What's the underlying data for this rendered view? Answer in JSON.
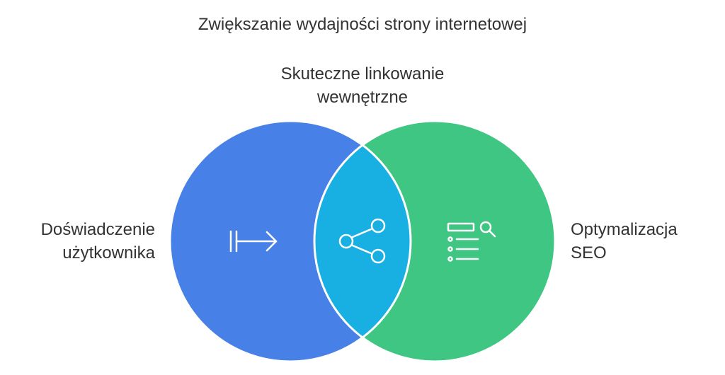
{
  "title": "Zwiększanie wydajności strony internetowej",
  "labels": {
    "top": [
      "Skuteczne linkowanie",
      "wewnętrzne"
    ],
    "left": [
      "Doświadczenie",
      "użytkownika"
    ],
    "right": [
      "Optymalizacja",
      "SEO"
    ]
  },
  "colors": {
    "left_circle": "#4780E6",
    "right_circle": "#40C683",
    "intersection": "#18B0E3",
    "outline": "#ffffff",
    "icon": "#ffffff",
    "text": "#333333"
  },
  "icons": {
    "left": "arrow-to-right-bar-icon",
    "center": "share-icon",
    "right": "seo-search-list-icon"
  }
}
